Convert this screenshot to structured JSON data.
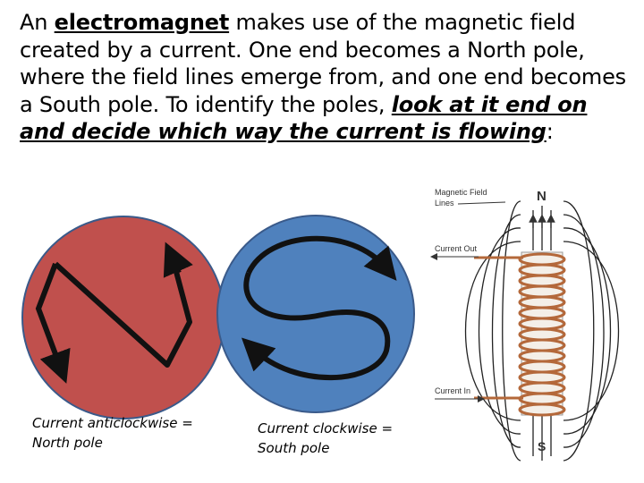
{
  "paragraph": {
    "p1": "An ",
    "term": "electromagnet",
    "p2": " makes use of the magnetic field created by a current. One end becomes a North pole, where the field  lines emerge from, and one end becomes a South pole. To identify the poles, ",
    "instruction": "look at it end on and decide which way the current is flowing",
    "p3": ":"
  },
  "captions": {
    "anticlockwise": "Current anticlockwise = North pole",
    "clockwise": "Current clockwise = South pole"
  },
  "diagram": {
    "field_label": "Magnetic Field Lines",
    "field_label_line1": "Magnetic Field",
    "field_label_line2": "Lines",
    "current_out": "Current Out",
    "current_in": "Current In",
    "north": "N",
    "south": "S"
  },
  "colors": {
    "north_circle": "#c0504d",
    "south_circle": "#4f81bd",
    "coil": "#b4683a"
  }
}
